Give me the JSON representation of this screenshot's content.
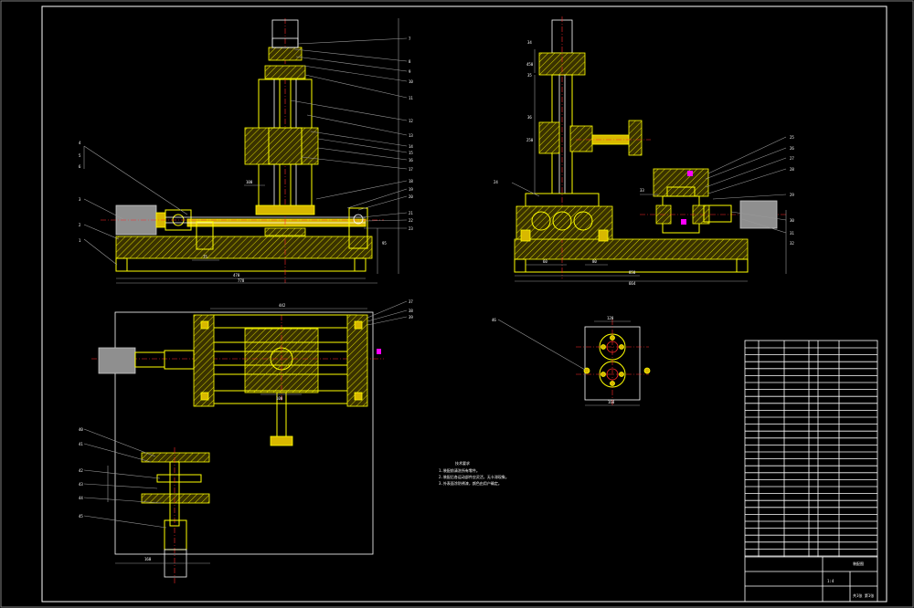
{
  "drawing": {
    "background": "#000000",
    "colors": {
      "frame": "#ffffff",
      "parts": "#ffff00",
      "centerline": "#ff2a2a",
      "motor": "#8f8f8f",
      "marker": "#ff00ff"
    }
  },
  "front_view": {
    "balloons": [
      "7",
      "8",
      "9",
      "10",
      "11",
      "12",
      "13",
      "14",
      "15",
      "16",
      "17",
      "18",
      "19",
      "20",
      "21",
      "22",
      "23"
    ],
    "left_balloons": [
      "4",
      "5",
      "6",
      "3",
      "2",
      "1"
    ],
    "dimensions": [
      "470",
      "778",
      "75",
      "100",
      "95"
    ]
  },
  "side_view": {
    "balloons": [
      "24",
      "25",
      "26",
      "27",
      "28",
      "29",
      "30",
      "31",
      "32",
      "33",
      "34",
      "35",
      "36"
    ],
    "dimensions": [
      "450",
      "60",
      "80",
      "250",
      "850",
      "664"
    ]
  },
  "plan_view": {
    "balloons": [
      "37",
      "38",
      "39"
    ],
    "dimensions": [
      "442",
      "100"
    ]
  },
  "detail_view": {
    "balloons": [
      "40",
      "41",
      "42",
      "43",
      "44",
      "45"
    ],
    "dimensions": [
      "160"
    ]
  },
  "bearing_detail": {
    "balloon": "46",
    "dimensions": [
      "120",
      "160"
    ]
  },
  "tech_requirements": {
    "title": "技术要求",
    "lines": [
      "1.装配前清洗所有零件。",
      "2.装配后各运动部件应灵活，无卡滞现象。",
      "3.外表面涂防锈漆，颜色由用户确定。"
    ]
  },
  "title_block": {
    "drawing_name": "装配图",
    "scale": "1:4",
    "sheet": "共1张 第1张"
  }
}
